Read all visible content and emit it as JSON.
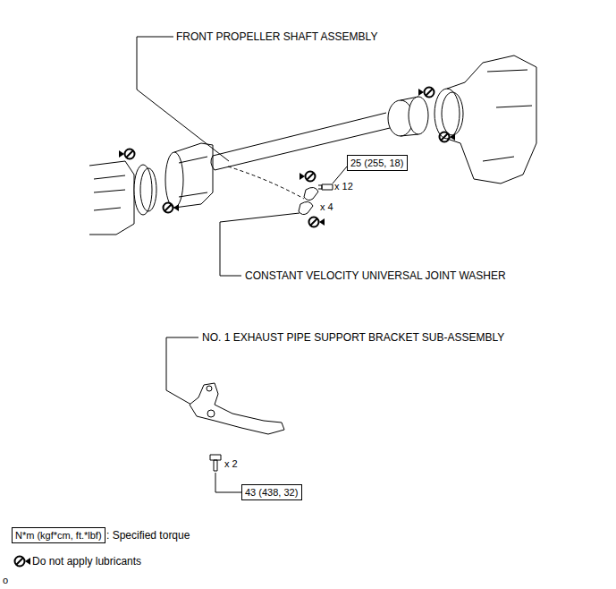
{
  "diagram": {
    "nodes": [
      {
        "text": [
          "25 (255, 18)"
        ]
      },
      {
        "text": [
          "43 (438, 32)"
        ]
      },
      {
        "text": [
          "N*m (kgf*cm, ft.*lbf)"
        ]
      }
    ],
    "labels": [
      "FRONT PROPELLER SHAFT ASSEMBLY",
      "x 12",
      "x 4",
      "CONSTANT VELOCITY UNIVERSAL JOINT WASHER",
      "NO. 1 EXHAUST PIPE SUPPORT BRACKET SUB-ASSEMBLY",
      "x 2",
      "o"
    ],
    "legend": [
      {
        "text": ": Specified torque"
      },
      {
        "text": "Do not apply lubricants"
      }
    ]
  }
}
